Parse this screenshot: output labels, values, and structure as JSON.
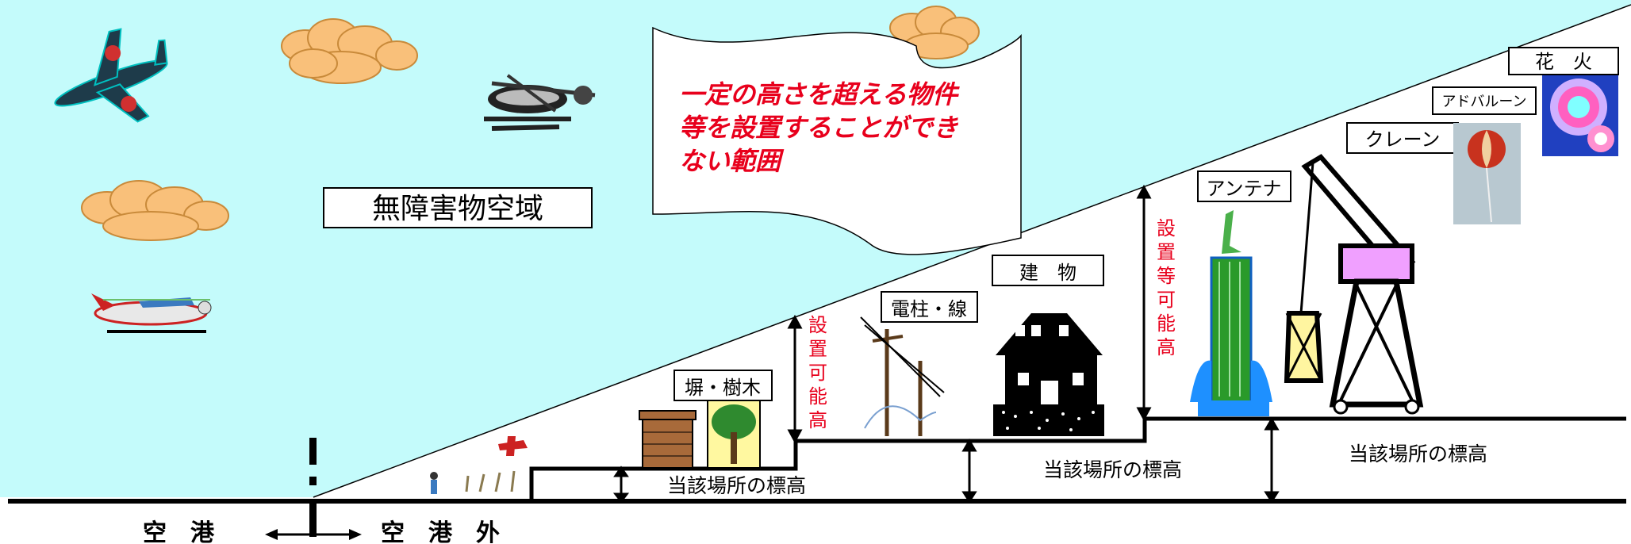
{
  "airspace_label": "無障害物空域",
  "restricted_text": [
    "一定の高さを超える物件",
    "等を設置することができ",
    "ない範囲"
  ],
  "objects": {
    "fence_tree": "塀・樹木",
    "pole_line": "電柱・線",
    "building": "建　物",
    "antenna": "アンテナ",
    "crane": "クレーン",
    "balloon": "アドバルーン",
    "fireworks": "花　火"
  },
  "installable_height_short": [
    "設",
    "置",
    "可",
    "能",
    "高"
  ],
  "installable_height_long": [
    "設",
    "置",
    "等",
    "可",
    "能",
    "高"
  ],
  "elevation_label": "当該場所の標高",
  "airport": "空　港",
  "outside_airport": "空　港　外",
  "colors": {
    "sky": "#c4fbfb",
    "red_text": "#e8001c",
    "ground": "#000000"
  }
}
